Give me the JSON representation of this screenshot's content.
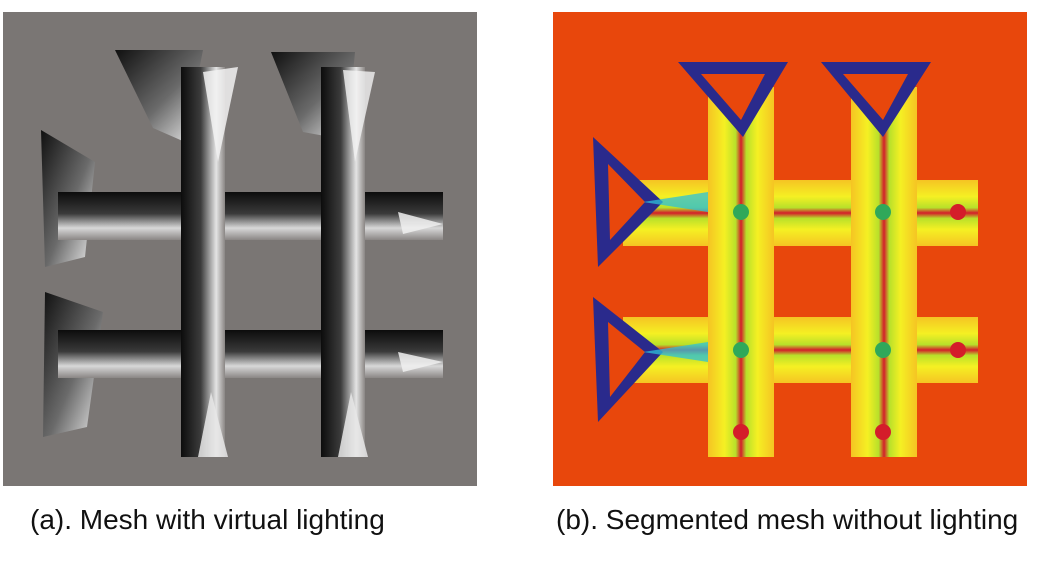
{
  "figure": {
    "panels": [
      {
        "id": "a",
        "caption": "(a). Mesh with virtual lighting",
        "background_color": "#7a7674",
        "rendering": "grayscale shaded relief"
      },
      {
        "id": "b",
        "caption": "(b).   Segmented mesh without lighting",
        "background_color": "#e8470c",
        "rendering": "color-mapped segmentation",
        "palette": [
          "#e8470c",
          "#f5f023",
          "#b8e02a",
          "#2fa85a",
          "#2ec0d8",
          "#2a2a8c",
          "#d41d2a"
        ]
      }
    ]
  }
}
